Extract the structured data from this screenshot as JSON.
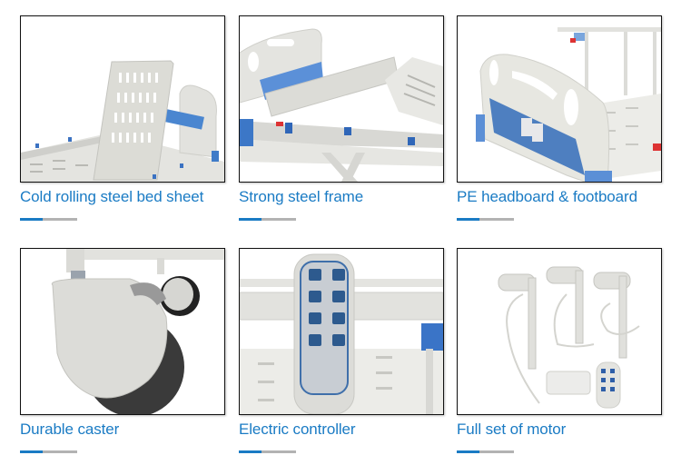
{
  "features": [
    {
      "caption": "Cold rolling steel bed sheet",
      "image": "bed-sheet-backrest-photo"
    },
    {
      "caption": "Strong steel frame",
      "image": "steel-frame-photo"
    },
    {
      "caption": "PE headboard & footboard",
      "image": "headboard-photo"
    },
    {
      "caption": "Durable caster",
      "image": "caster-wheel-photo"
    },
    {
      "caption": "Electric controller",
      "image": "hand-controller-photo"
    },
    {
      "caption": "Full set of motor",
      "image": "motor-set-photo"
    }
  ],
  "colors": {
    "accent": "#1a7bc4",
    "bar_track": "#b3b3b3",
    "frame_border": "#111111"
  }
}
